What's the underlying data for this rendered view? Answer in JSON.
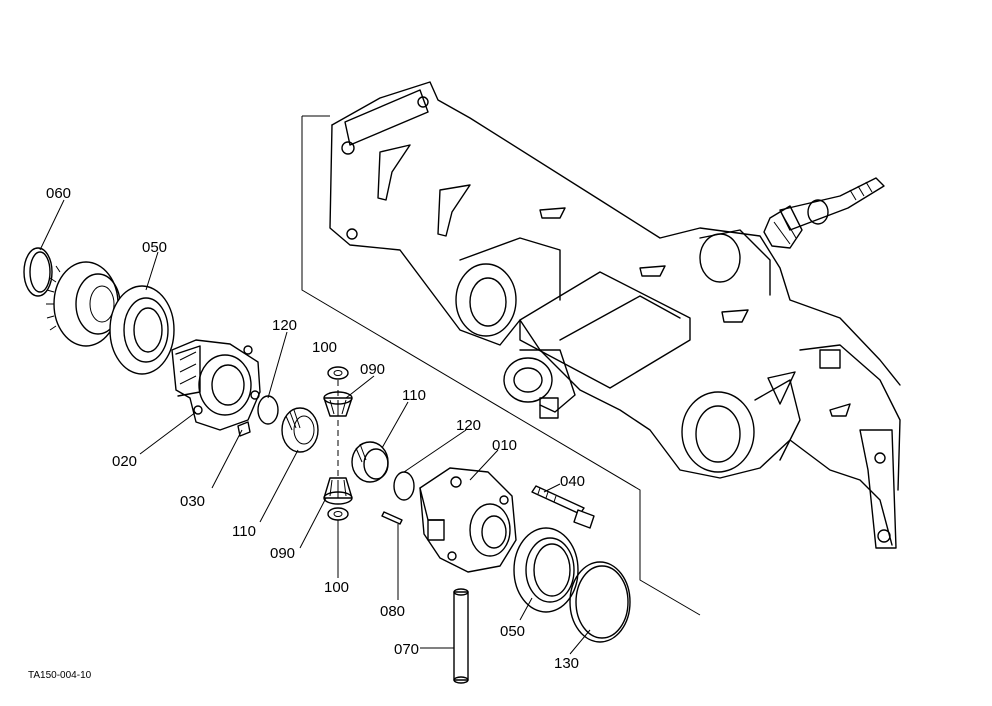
{
  "diagram_code": "TA150-004-10",
  "callouts": {
    "c060": "060",
    "c050_top": "050",
    "c120_top": "120",
    "c100_top": "100",
    "c090_top": "090",
    "c110_top": "110",
    "c120_mid": "120",
    "c010": "010",
    "c020": "020",
    "c030": "030",
    "c110_bot": "110",
    "c090_bot": "090",
    "c100_bot": "100",
    "c040": "040",
    "c080": "080",
    "c050_bot": "050",
    "c070": "070",
    "c130": "130"
  }
}
